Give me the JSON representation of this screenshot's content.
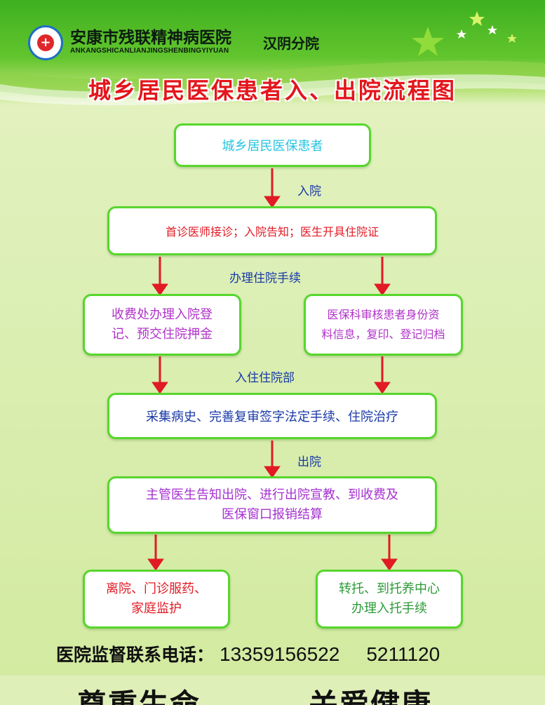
{
  "header": {
    "hospital_name": "安康市残联精神病医院",
    "hospital_pinyin": "ANKANGSHICANLIANJINGSHENBINGYIYUAN",
    "branch": "汉阴分院",
    "title": "城乡居民医保患者入、出院流程图"
  },
  "flow": {
    "start": "城乡居民医保患者",
    "label_admit": "入院",
    "step1": "首诊医师接诊；入院告知；医生开具住院证",
    "label_procedures": "办理住院手续",
    "step2_left": [
      "收费处办理入院登",
      "记、预交住院押金"
    ],
    "step2_right": [
      "医保科审核患者身份资",
      "料信息，复印、登记归档"
    ],
    "label_ward": "入住住院部",
    "step3": "采集病史、完善复审签字法定手续、住院治疗",
    "label_discharge": "出院",
    "step4": [
      "主管医生告知出院、进行出院宣教、到收费及",
      "医保窗口报销结算"
    ],
    "end_left": [
      "离院、门诊服药、",
      "家庭监护"
    ],
    "end_right": [
      "转托、到托养中心",
      "办理入托手续"
    ]
  },
  "contact": {
    "label": "医院监督联系电话：",
    "phone1": "13359156522",
    "phone2": "5211120"
  },
  "slogan": {
    "left": "尊重生命",
    "right": "关爱健康"
  },
  "colors": {
    "header_green": "#3fb01f",
    "box_border": "#57d62d",
    "title_red": "#e3161c",
    "arrow_red": "#e11a24",
    "label_blue": "#1838a6"
  }
}
